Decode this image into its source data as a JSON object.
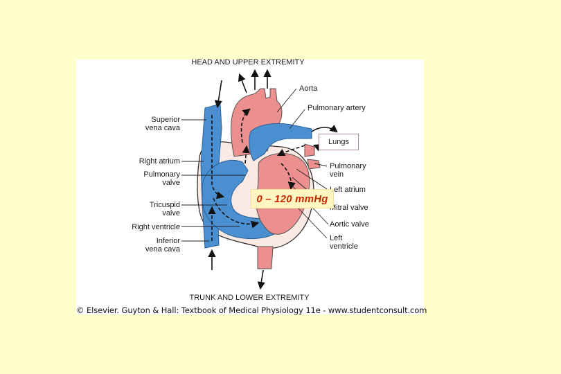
{
  "diagram": {
    "top_label": "HEAD AND UPPER EXTREMITY",
    "bottom_label": "TRUNK AND LOWER EXTREMITY",
    "labels_left": {
      "superior_vena_cava": [
        "Superior",
        "vena cava"
      ],
      "right_atrium": "Right atrium",
      "pulmonary_valve": [
        "Pulmonary",
        "valve"
      ],
      "tricuspid_valve": [
        "Tricuspid",
        "valve"
      ],
      "right_ventricle": "Right ventricle",
      "inferior_vena_cava": [
        "Inferior",
        "vena cava"
      ]
    },
    "labels_right": {
      "aorta": "Aorta",
      "pulmonary_artery": "Pulmonary artery",
      "lungs": "Lungs",
      "pulmonary_vein": [
        "Pulmonary",
        "vein"
      ],
      "left_atrium": "Left atrium",
      "mitral_valve": "Mitral valve",
      "aortic_valve": "Aortic valve",
      "left_ventricle": [
        "Left",
        "ventricle"
      ]
    },
    "pressure_note": "0 – 120 mmHg",
    "copyright": "© Elsevier. Guyton & Hall: Textbook of Medical Physiology 11e - www.studentconsult.com"
  },
  "colors": {
    "background": "#ffffcc",
    "deoxygenated_blue": "#4a8fd0",
    "oxygenated_pink": "#ec8f8f",
    "pressure_text": "#c62800"
  }
}
